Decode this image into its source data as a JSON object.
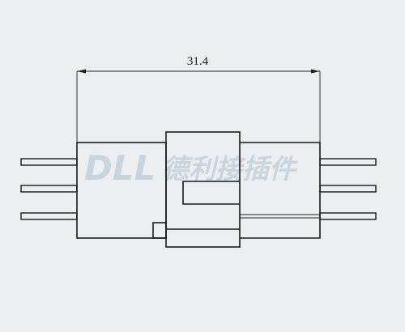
{
  "dimension": {
    "value": "31.4"
  },
  "watermark": {
    "latin": "DLL",
    "chinese": "德利接插件"
  },
  "colors": {
    "background": "#eceff1",
    "line": "#1a1a1a",
    "watermark": "#c9d4dc"
  }
}
